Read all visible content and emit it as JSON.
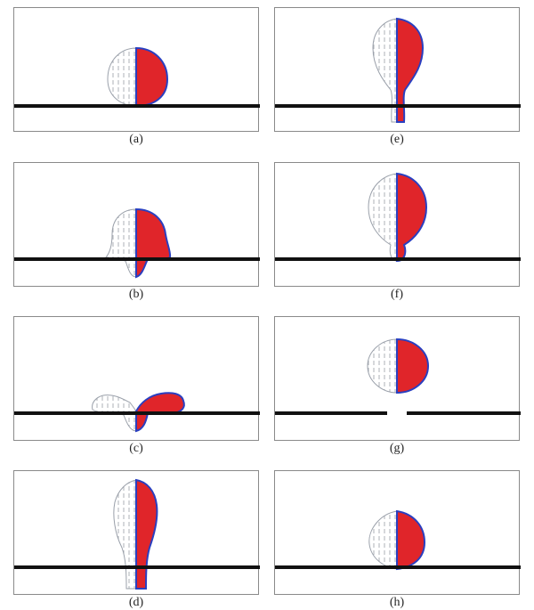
{
  "figure": {
    "panels": [
      {
        "id": "a",
        "caption": "(a)"
      },
      {
        "id": "b",
        "caption": "(b)"
      },
      {
        "id": "c",
        "caption": "(c)"
      },
      {
        "id": "d",
        "caption": "(d)"
      },
      {
        "id": "e",
        "caption": "(e)"
      },
      {
        "id": "f",
        "caption": "(f)"
      },
      {
        "id": "g",
        "caption": "(g)"
      },
      {
        "id": "h",
        "caption": "(h)"
      }
    ],
    "colors": {
      "fluid_fill": "#e0252a",
      "interface_outline": "#2a3fc0",
      "ghost_outline": "#9aa0aa",
      "vector_glyph": "#7a7f88",
      "wall": "#111111",
      "frame": "#8a8a8a"
    }
  }
}
